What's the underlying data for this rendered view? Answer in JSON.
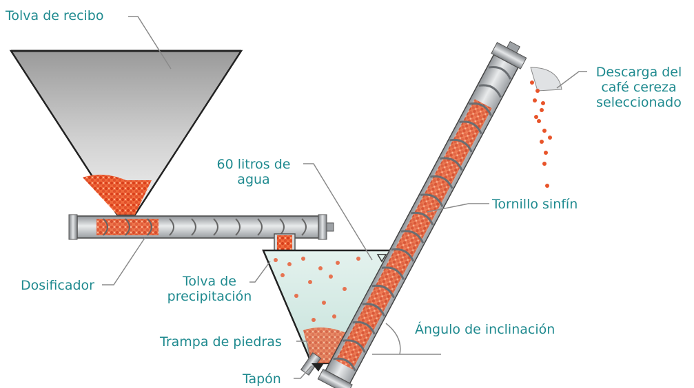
{
  "colors": {
    "label": "#1f8a8f",
    "leader": "#8a8a8a",
    "coffee": "#e8542a",
    "water": "#d6ebe6",
    "metal": "#b9bcbf"
  },
  "labels": {
    "tolva_recibo": "Tolva de recibo",
    "descarga_l1": "Descarga del",
    "descarga_l2": "café cereza",
    "descarga_l3": "seleccionado",
    "agua_l1": "60 litros de",
    "agua_l2": "agua",
    "tornillo": "Tornillo sinfín",
    "dosificador": "Dosificador",
    "precip_l1": "Tolva de",
    "precip_l2": "precipitación",
    "angulo": "Ángulo de inclinación",
    "trampa": "Trampa de piedras",
    "tapon": "Tapón"
  }
}
